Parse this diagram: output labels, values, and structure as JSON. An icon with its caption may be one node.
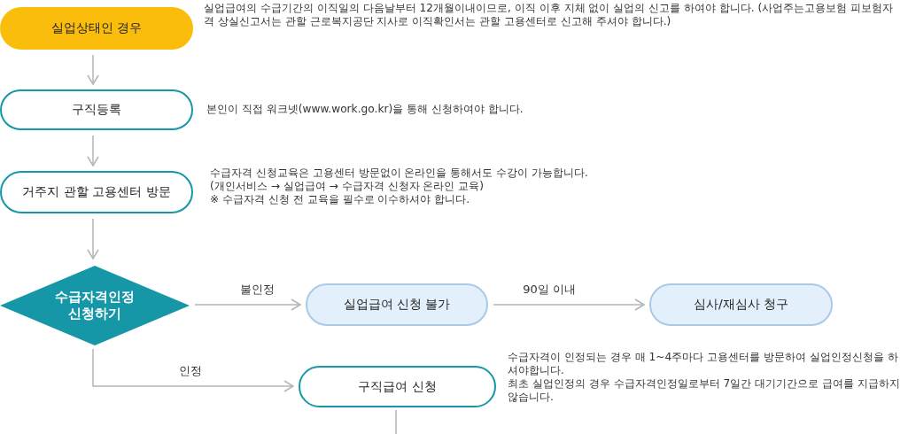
{
  "diagram": {
    "nodes": [
      {
        "text": [
          "실업상태인 경우"
        ],
        "beside": [
          "실업급여의 수급기간의 이직일의 다음날부터 12개월이내이므로, 이직 이후 지체 없이 실업의 신고를 하여야 합니다. (사업주는고용보험 피보험자격 상실신고서는 관할 근로복지공단 지사로 이직확인서는 관할 고용센터로 신고해 주셔야 합니다.)"
        ]
      },
      {
        "text": [
          "구직등록"
        ],
        "beside": [
          "본인이 직접 워크넷(www.work.go.kr)을 통해 신청하여야 합니다."
        ]
      },
      {
        "text": [
          "거주지 관할 고용센터 방문"
        ],
        "beside": [
          "수급자격 신청교육은 고용센터 방문없이 온라인을 통해서도 수강이 가능합니다.",
          "(개인서비스 → 실업급여 → 수급자격 신청자 온라인 교육)",
          "※ 수급자격 신청 전 교육을 필수로 이수하셔야 합니다."
        ]
      },
      {
        "text": [
          "수급자격인정 신청하기"
        ]
      },
      {
        "text": [
          "실업급여 신청 불가"
        ]
      },
      {
        "text": [
          "심사/재심사 청구"
        ]
      },
      {
        "text": [
          "구직급여 신청"
        ],
        "beside": [
          "수급자격이 인정되는 경우 매 1~4주마다 고용센터를 방문하여 실업인정신청을 하셔야합니다.",
          "최초 실업인정의 경우 수급자격인정일로부터 7일간 대기기간으로 급여를 지급하지 않습니다."
        ]
      }
    ],
    "edges": [
      {
        "from": 0,
        "to": 1,
        "arrow": "to"
      },
      {
        "from": 1,
        "to": 2,
        "arrow": "to"
      },
      {
        "from": 2,
        "to": 3,
        "arrow": "to"
      },
      {
        "from": 3,
        "to": 4,
        "label": "불인정",
        "arrow": "to"
      },
      {
        "from": 4,
        "to": 5,
        "label": "90일 이내",
        "arrow": "to"
      },
      {
        "from": 3,
        "to": 6,
        "label": "인정",
        "arrow": "to"
      },
      {
        "from": 6,
        "to": null,
        "arrow": "none"
      }
    ]
  }
}
